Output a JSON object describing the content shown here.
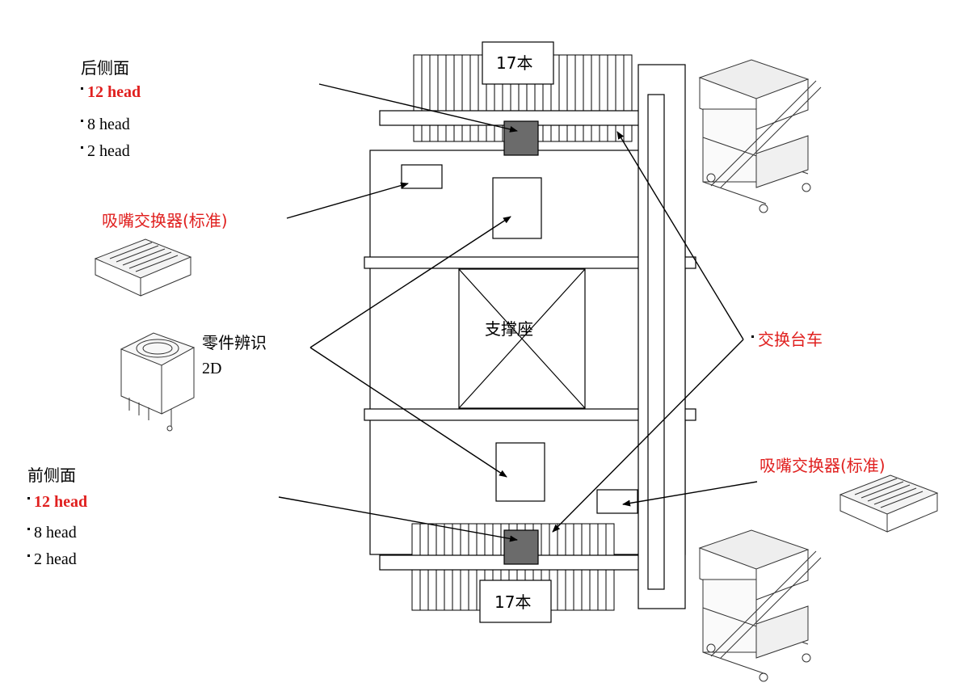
{
  "rear": {
    "title": "后侧面",
    "items": [
      "12 head",
      "8 head",
      "2 head"
    ]
  },
  "front": {
    "title": "前侧面",
    "items": [
      "12 head",
      "8 head",
      "2 head"
    ]
  },
  "nozzle_changer_left": "吸嘴交换器(标准)",
  "nozzle_changer_right": "吸嘴交换器(标准)",
  "parts_recognition": {
    "line1": "零件辨识",
    "line2": "2D"
  },
  "backup_base": "支撑座",
  "exchange_cart": "交换台车",
  "feeder_count_top": "17本",
  "feeder_count_bottom": "17本",
  "colors": {
    "highlight_red": "#e0201f",
    "head_fill": "#6b6b6b",
    "line": "#000000"
  }
}
